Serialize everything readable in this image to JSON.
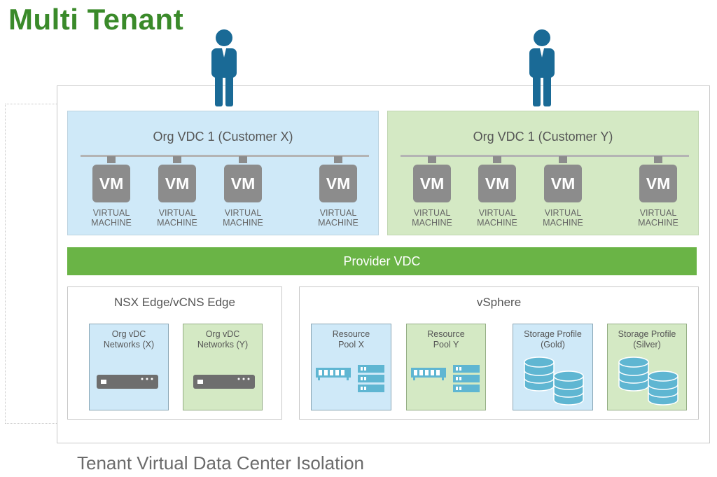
{
  "title": "Multi Tenant",
  "caption": "Tenant Virtual Data Center Isolation",
  "colors": {
    "title_green": "#3a8a2a",
    "provider_green": "#6ab446",
    "blue_fill": "#cfe9f8",
    "green_fill": "#d4e9c4",
    "person_blue": "#1a6a96",
    "vm_gray": "#8c8c8c"
  },
  "org_x": {
    "title": "Org VDC 1 (Customer X)",
    "vms": [
      {
        "icon": "VM",
        "line1": "VIRTUAL",
        "line2": "MACHINE"
      },
      {
        "icon": "VM",
        "line1": "VIRTUAL",
        "line2": "MACHINE"
      },
      {
        "icon": "VM",
        "line1": "VIRTUAL",
        "line2": "MACHINE"
      },
      {
        "icon": "VM",
        "line1": "VIRTUAL",
        "line2": "MACHINE"
      }
    ]
  },
  "org_y": {
    "title": "Org VDC 1 (Customer Y)",
    "vms": [
      {
        "icon": "VM",
        "line1": "VIRTUAL",
        "line2": "MACHINE"
      },
      {
        "icon": "VM",
        "line1": "VIRTUAL",
        "line2": "MACHINE"
      },
      {
        "icon": "VM",
        "line1": "VIRTUAL",
        "line2": "MACHINE"
      },
      {
        "icon": "VM",
        "line1": "VIRTUAL",
        "line2": "MACHINE"
      }
    ]
  },
  "provider": "Provider VDC",
  "edge": {
    "title": "NSX Edge/vCNS Edge",
    "cards": [
      {
        "line1": "Org vDC",
        "line2": "Networks (X)",
        "icon": "network-appliance-icon"
      },
      {
        "line1": "Org vDC",
        "line2": "Networks (Y)",
        "icon": "network-appliance-icon"
      }
    ]
  },
  "vsphere": {
    "title": "vSphere",
    "cards": [
      {
        "line1": "Resource",
        "line2": "Pool X",
        "icon": "memory-server-icon"
      },
      {
        "line1": "Resource",
        "line2": "Pool Y",
        "icon": "memory-server-icon"
      },
      {
        "line1": "Storage Profile",
        "line2": "(Gold)",
        "icon": "database-icon"
      },
      {
        "line1": "Storage Profile",
        "line2": "(Silver)",
        "icon": "database-icon"
      }
    ]
  }
}
